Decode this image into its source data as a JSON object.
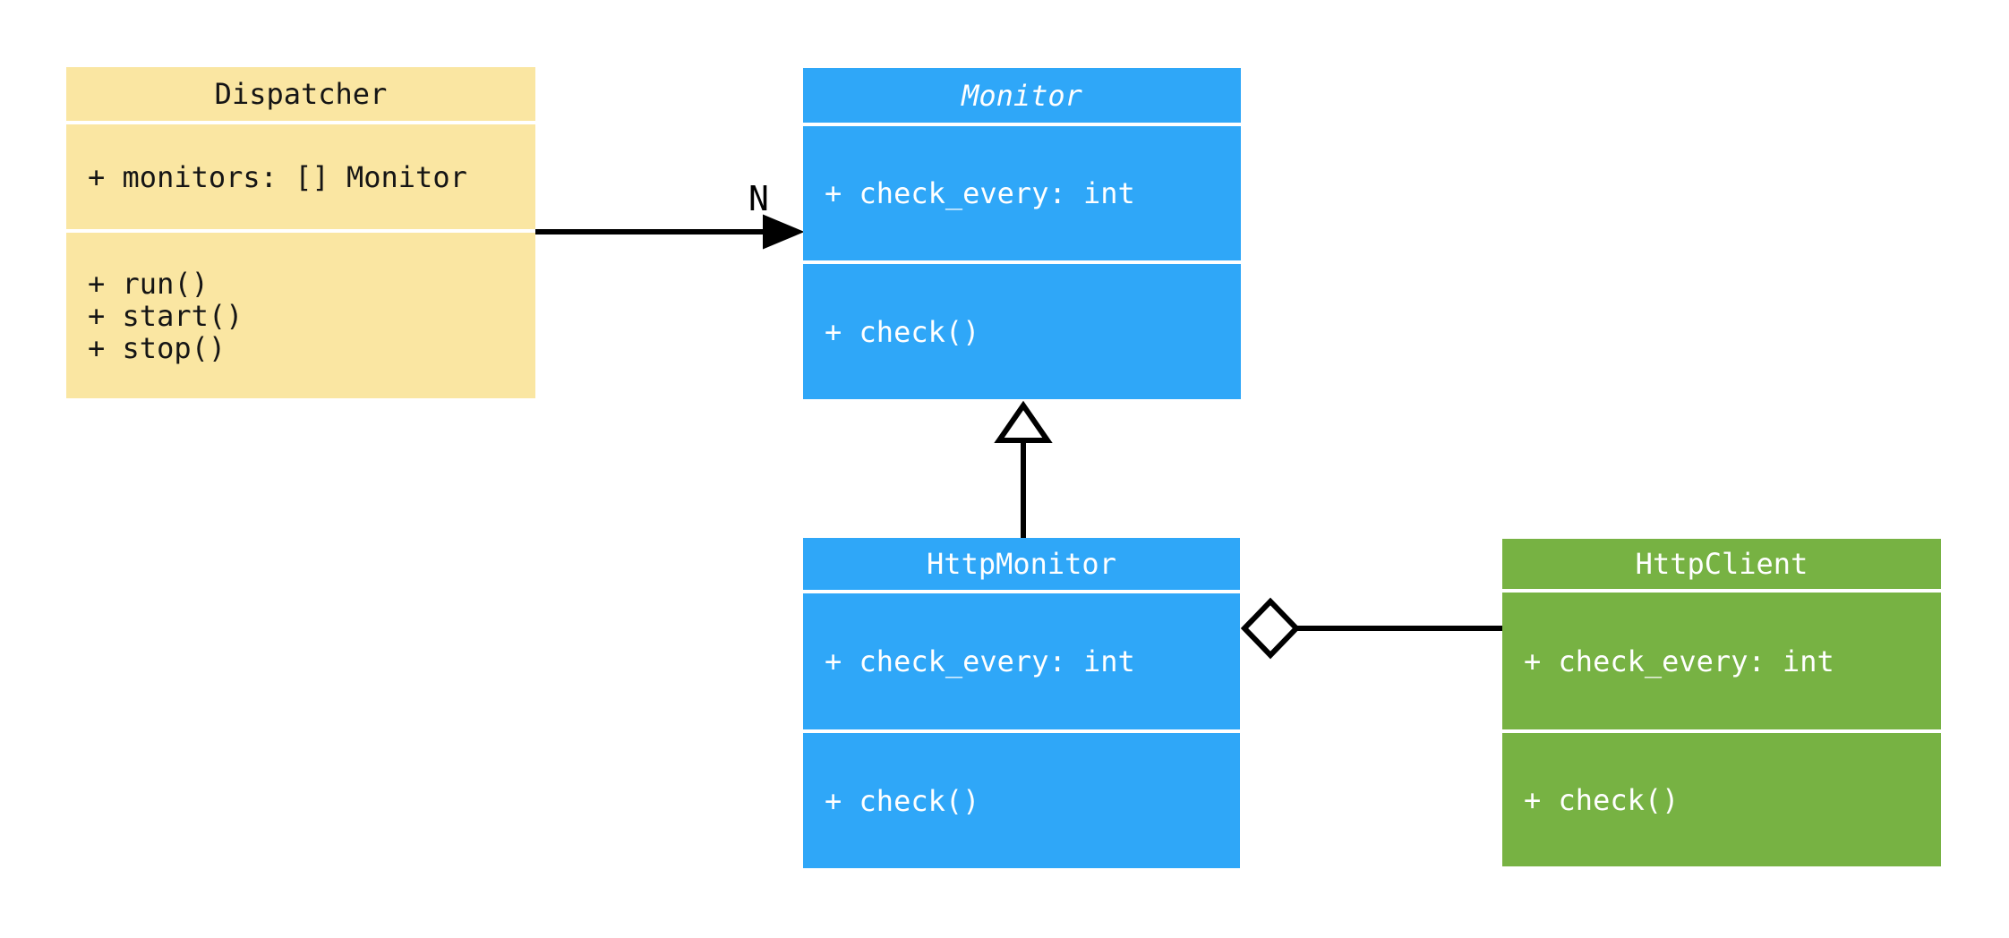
{
  "diagram": {
    "type": "uml-class-diagram",
    "background": "#FFFFFF",
    "line_color": "#000000",
    "classes": {
      "dispatcher": {
        "name": "Dispatcher",
        "fill": "#FAE6A2",
        "text_color": "#151515",
        "title_italic": false,
        "attributes": [
          "+ monitors: [] Monitor"
        ],
        "methods": [
          "+ run()",
          "+ start()",
          "+ stop()"
        ]
      },
      "monitor": {
        "name": "Monitor",
        "fill": "#2FA7F8",
        "text_color": "#FFFFFF",
        "title_italic": true,
        "attributes": [
          "+ check_every: int"
        ],
        "methods": [
          "+ check()"
        ]
      },
      "http_monitor": {
        "name": "HttpMonitor",
        "fill": "#2FA7F8",
        "text_color": "#FFFFFF",
        "title_italic": false,
        "attributes": [
          "+ check_every: int"
        ],
        "methods": [
          "+ check()"
        ]
      },
      "http_client": {
        "name": "HttpClient",
        "fill": "#77B243",
        "text_color": "#FFFFFF",
        "title_italic": false,
        "attributes": [
          "+ check_every: int"
        ],
        "methods": [
          "+ check()"
        ]
      }
    },
    "relations": {
      "association": {
        "type": "directed-association",
        "from": "Dispatcher",
        "to": "Monitor",
        "label": "N"
      },
      "inheritance": {
        "type": "generalization",
        "from": "HttpMonitor",
        "to": "Monitor",
        "label": ""
      },
      "aggregation": {
        "type": "aggregation",
        "from": "HttpMonitor",
        "to": "HttpClient",
        "label": ""
      }
    }
  }
}
